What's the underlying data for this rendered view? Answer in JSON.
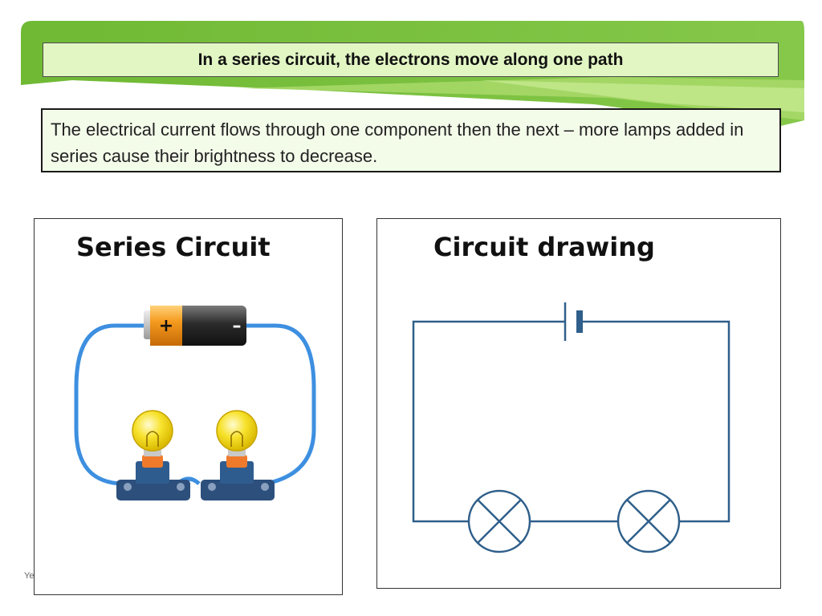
{
  "slide": {
    "title": "In a series circuit, the electrons move along one path",
    "body": "The electrical current flows through one component then the next – more lamps added in series cause their brightness to decrease.",
    "footer_fragment": "Ye"
  },
  "panels": {
    "left": {
      "heading": "Series Circuit",
      "battery": {
        "positive_label": "+",
        "negative_label": "–"
      }
    },
    "right": {
      "heading": "Circuit drawing"
    }
  },
  "colors": {
    "banner_green": "#7cc242",
    "banner_light": "#b9e07a",
    "title_fill": "#e2f6c4",
    "wire_blue": "#3d8fe0",
    "schematic_line": "#2f5f8a",
    "bulb_yellow": "#f7e22c",
    "bulb_base": "#2d4f7c",
    "battery_orange": "#f59a1e"
  }
}
